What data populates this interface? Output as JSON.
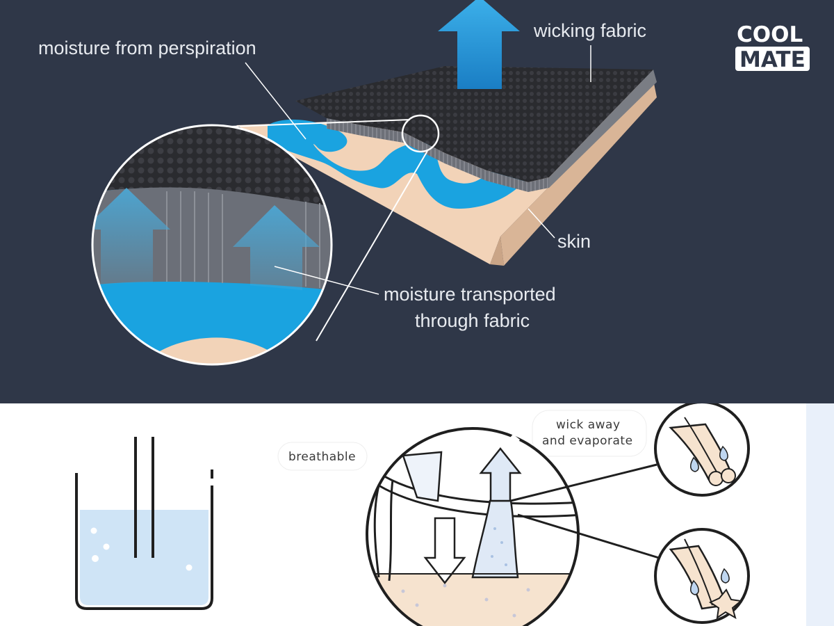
{
  "brand": {
    "line1": "COOL",
    "line2": "MATE"
  },
  "labels": {
    "moisture_from_perspiration": "moisture from perspiration",
    "wicking_fabric": "wicking fabric",
    "skin": "skin",
    "moisture_transported_line1": "moisture transported",
    "moisture_transported_line2": "through fabric",
    "breathable": "breathable",
    "wick_away_line1": "wick away",
    "wick_away_line2": "and evaporate"
  },
  "colors": {
    "background_dark": "#2f3748",
    "fabric": "#2b2b2e",
    "skin": "#f2d3b8",
    "water": "#1aa3e0",
    "arrow": "#3aa9e2",
    "beaker_water": "#cfe4f6",
    "sidebar": "#e9f0fa"
  }
}
